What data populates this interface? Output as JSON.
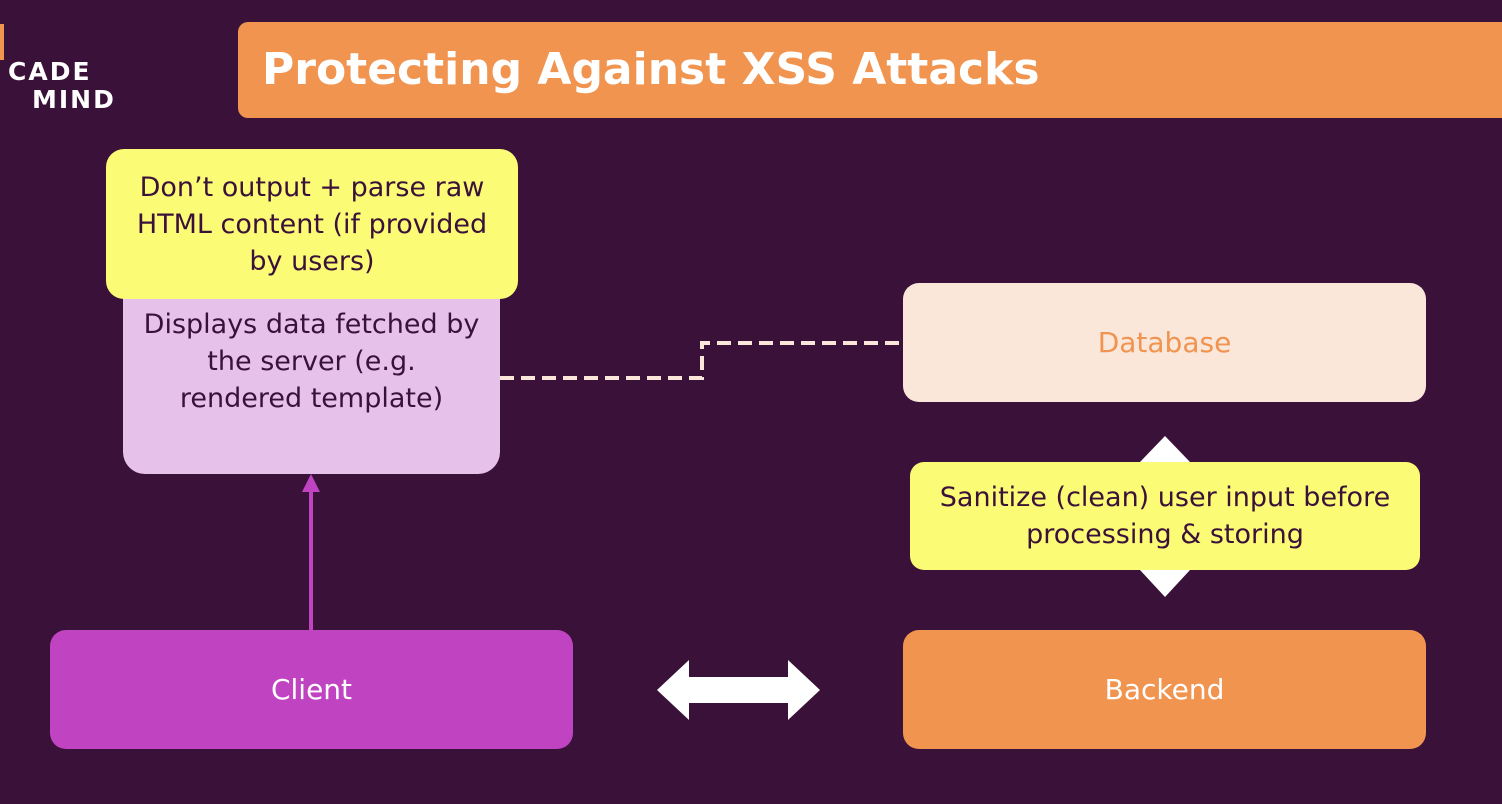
{
  "logo": {
    "line1": "CADE",
    "line2": "MIND"
  },
  "header": {
    "title": "Protecting Against XSS Attacks"
  },
  "nodes": {
    "client_note": "Don’t output + parse raw HTML content (if provided by users)",
    "display": "Displays data fetched by the server (e.g. rendered template)",
    "database": "Database",
    "sanitize_note": "Sanitize (clean) user input before processing & storing",
    "client": "Client",
    "backend": "Backend"
  },
  "colors": {
    "background": "#3a1139",
    "accent_orange": "#f0944f",
    "note_yellow": "#fbfb76",
    "client_purple": "#c043c1",
    "display_lilac": "#e6c2eb",
    "database_cream": "#fbe6da"
  }
}
